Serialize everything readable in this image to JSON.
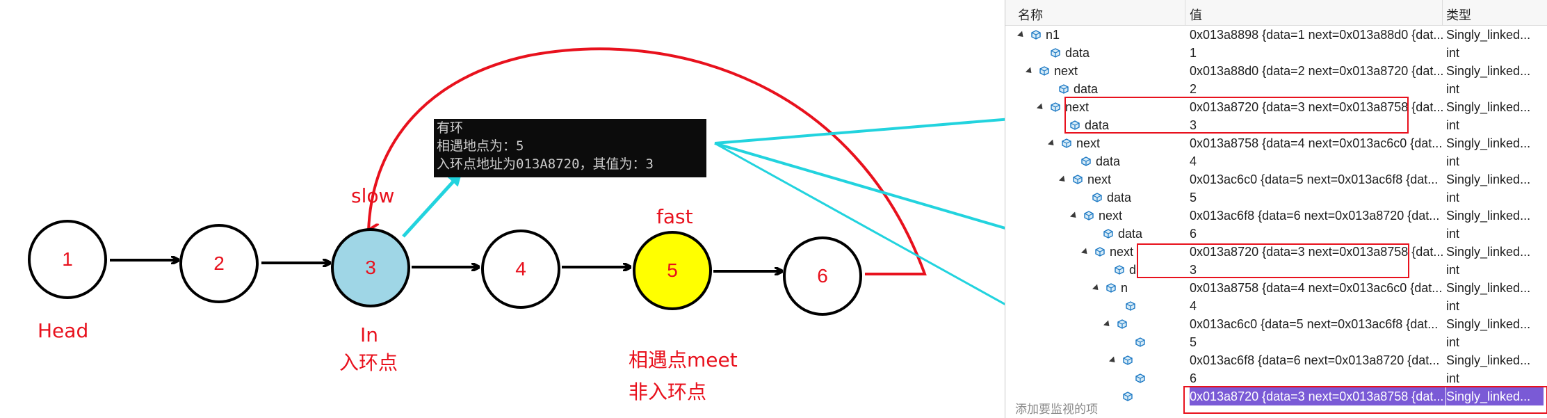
{
  "nodes": [
    {
      "label": "1",
      "fill": "#ffffff"
    },
    {
      "label": "2",
      "fill": "#ffffff"
    },
    {
      "label": "3",
      "fill": "#9fd6e6"
    },
    {
      "label": "4",
      "fill": "#ffffff"
    },
    {
      "label": "5",
      "fill": "#ffff00"
    },
    {
      "label": "6",
      "fill": "#ffffff"
    }
  ],
  "labels": {
    "head": "Head",
    "slow": "slow",
    "fast": "fast",
    "in_en": "In",
    "in_cn": "入环点",
    "meet": "相遇点meet",
    "not_in": "非入环点"
  },
  "console": {
    "line1": "有环",
    "line2": "相遇地点为：5",
    "line3": "入环点地址为013A8720，其值为：3"
  },
  "colors": {
    "red": "#e8111d",
    "cyan": "#22d3de",
    "node3": "#9fd6e6",
    "node5": "#ffff00",
    "select": "#7a5ad6"
  },
  "watch": {
    "columns": {
      "name": "名称",
      "value": "值",
      "type": "类型"
    },
    "rows": [
      {
        "name": "n1",
        "value": "0x013a8898 {data=1 next=0x013a88d0 {dat...",
        "type": "Singly_linked..."
      },
      {
        "name": "data",
        "value": "1",
        "type": "int"
      },
      {
        "name": "next",
        "value": "0x013a88d0 {data=2 next=0x013a8720 {dat...",
        "type": "Singly_linked..."
      },
      {
        "name": "data",
        "value": "2",
        "type": "int"
      },
      {
        "name": "next",
        "value": "0x013a8720 {data=3 next=0x013a8758 {dat...",
        "type": "Singly_linked..."
      },
      {
        "name": "data",
        "value": "3",
        "type": "int"
      },
      {
        "name": "next",
        "value": "0x013a8758 {data=4 next=0x013ac6c0 {dat...",
        "type": "Singly_linked..."
      },
      {
        "name": "data",
        "value": "4",
        "type": "int"
      },
      {
        "name": "next",
        "value": "0x013ac6c0 {data=5 next=0x013ac6f8 {dat...",
        "type": "Singly_linked..."
      },
      {
        "name": "data",
        "value": "5",
        "type": "int"
      },
      {
        "name": "next",
        "value": "0x013ac6f8 {data=6 next=0x013a8720 {dat...",
        "type": "Singly_linked..."
      },
      {
        "name": "data",
        "value": "6",
        "type": "int"
      },
      {
        "name": "next",
        "value": "0x013a8720 {data=3 next=0x013a8758 {dat...",
        "type": "Singly_linked..."
      },
      {
        "name": "d",
        "value": "3",
        "type": "int"
      },
      {
        "name": "n",
        "value": "0x013a8758 {data=4 next=0x013ac6c0 {dat...",
        "type": "Singly_linked..."
      },
      {
        "name": "",
        "value": "4",
        "type": "int"
      },
      {
        "name": "",
        "value": "0x013ac6c0 {data=5 next=0x013ac6f8 {dat...",
        "type": "Singly_linked..."
      },
      {
        "name": "",
        "value": "5",
        "type": "int"
      },
      {
        "name": "",
        "value": "0x013ac6f8 {data=6 next=0x013a8720 {dat...",
        "type": "Singly_linked..."
      },
      {
        "name": "",
        "value": "6",
        "type": "int"
      },
      {
        "name": "",
        "value": "0x013a8720 {data=3 next=0x013a8758 {dat...",
        "type": "Singly_linked..."
      }
    ],
    "add_placeholder": "添加要监视的项"
  }
}
